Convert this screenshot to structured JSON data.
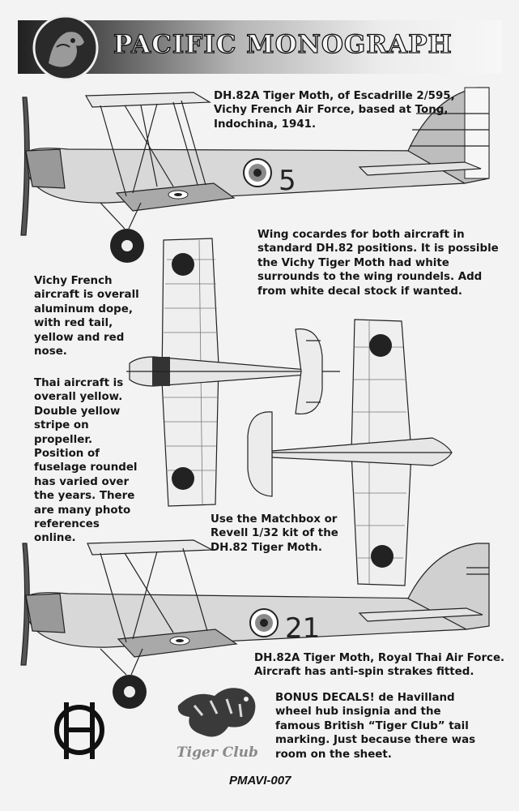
{
  "header": {
    "title": "PACIFIC MONOGRAPH"
  },
  "captions": {
    "top_aircraft": [
      "DH.82A Tiger Moth, of Escadrille 2/595,",
      "Vichy French Air Force, based at Tong,",
      "Indochina, 1941."
    ],
    "wing_note": [
      "Wing cocardes for both aircraft in",
      "standard DH.82 positions. It is possible",
      "the Vichy Tiger Moth had white",
      "surrounds to the wing roundels. Add",
      "from white decal stock if wanted."
    ],
    "vichy_note": [
      "Vichy French",
      "aircraft is overall",
      "aluminum dope,",
      "with red tail,",
      "yellow and red",
      "nose."
    ],
    "thai_note": [
      "Thai aircraft is",
      "overall yellow.",
      "Double yellow",
      "stripe on",
      "propeller.",
      "Position of",
      "fuselage roundel",
      "has varied over",
      "the years. There",
      "are many photo",
      "references",
      "online."
    ],
    "kit_note": [
      "Use the Matchbox or",
      "Revell 1/32 kit of the",
      "DH.82 Tiger Moth."
    ],
    "bottom_aircraft": [
      "DH.82A Tiger Moth, Royal Thai Air Force.",
      "Aircraft has anti-spin strakes fitted."
    ],
    "bonus_label": "BONUS DECALS!",
    "bonus_first": " de Havilland",
    "bonus_rest": [
      "wheel hub insignia and the",
      "famous British “Tiger Club” tail",
      "marking. Just because there was",
      "room on the sheet."
    ]
  },
  "markings": {
    "top_number": "5",
    "bottom_number": "21"
  },
  "tiger_club_label": "Tiger Club",
  "footer": {
    "code": "PMAVI-007"
  },
  "icons": [
    "tiger-mascot-logo",
    "dh-monogram",
    "tiger-club-emblem"
  ]
}
